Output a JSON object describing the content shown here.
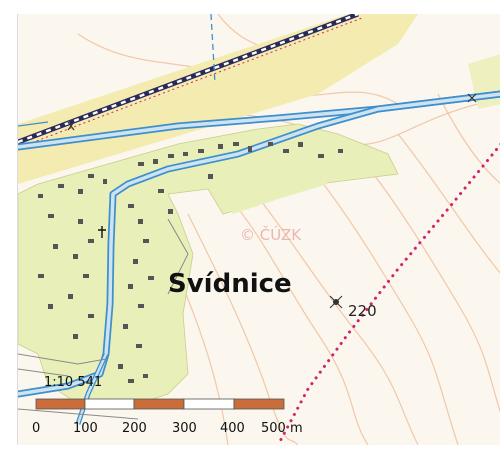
{
  "map": {
    "town_label": "Svídnice",
    "elevation_label": "220",
    "watermark": "© ČÚZK",
    "scale_ratio": "1:10 541",
    "scale_ticks": [
      "0",
      "100",
      "200",
      "300",
      "400",
      "500 m"
    ],
    "colors": {
      "paper": "#fbf7ef",
      "settlement": "#e8efb8",
      "road_fill": "#cde3ef",
      "road_casing": "#3f8fcd",
      "railway": "#2a2a5a",
      "rail_band": "#f3ebb0",
      "boundary_dots": "#d0246a",
      "contours": "#f1c7a8",
      "buildings": "#555555",
      "scalebar_orange": "#c96e3a"
    }
  }
}
